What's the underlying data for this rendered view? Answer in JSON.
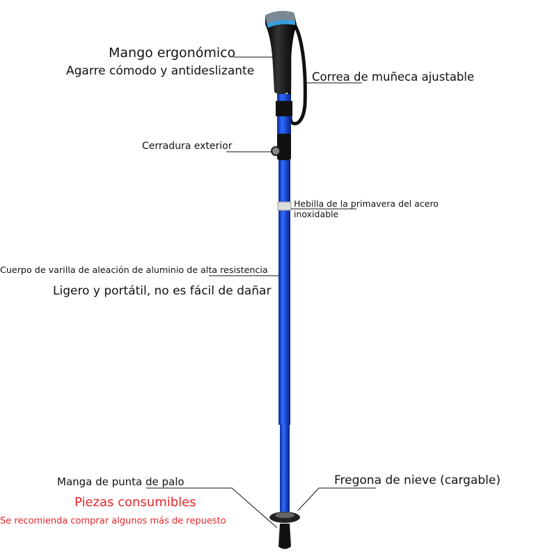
{
  "labels": {
    "grip_title": "Mango ergonómico",
    "grip_sub": "Agarre cómodo y antideslizante",
    "strap": "Correa de muñeca ajustable",
    "lock": "Cerradura exterior",
    "buckle_line1": "Hebilla de la primavera del acero",
    "buckle_line2": "inoxidable",
    "shaft": "Cuerpo de varilla de aleación de aluminio de alta resistencia",
    "shaft_sub": "Ligero y portátil, no es fácil de dañar",
    "tip": "Manga de punta de palo",
    "tip_note": "Piezas consumibles",
    "tip_advice": "Se recomienda comprar algunos más de repuesto",
    "basket": "Fregona de nieve (cargable)"
  },
  "colors": {
    "shaft": "#1f4fd6",
    "grip": "#1a1a1a",
    "accent": "#3aa0e0",
    "warning": "#e8262a"
  }
}
